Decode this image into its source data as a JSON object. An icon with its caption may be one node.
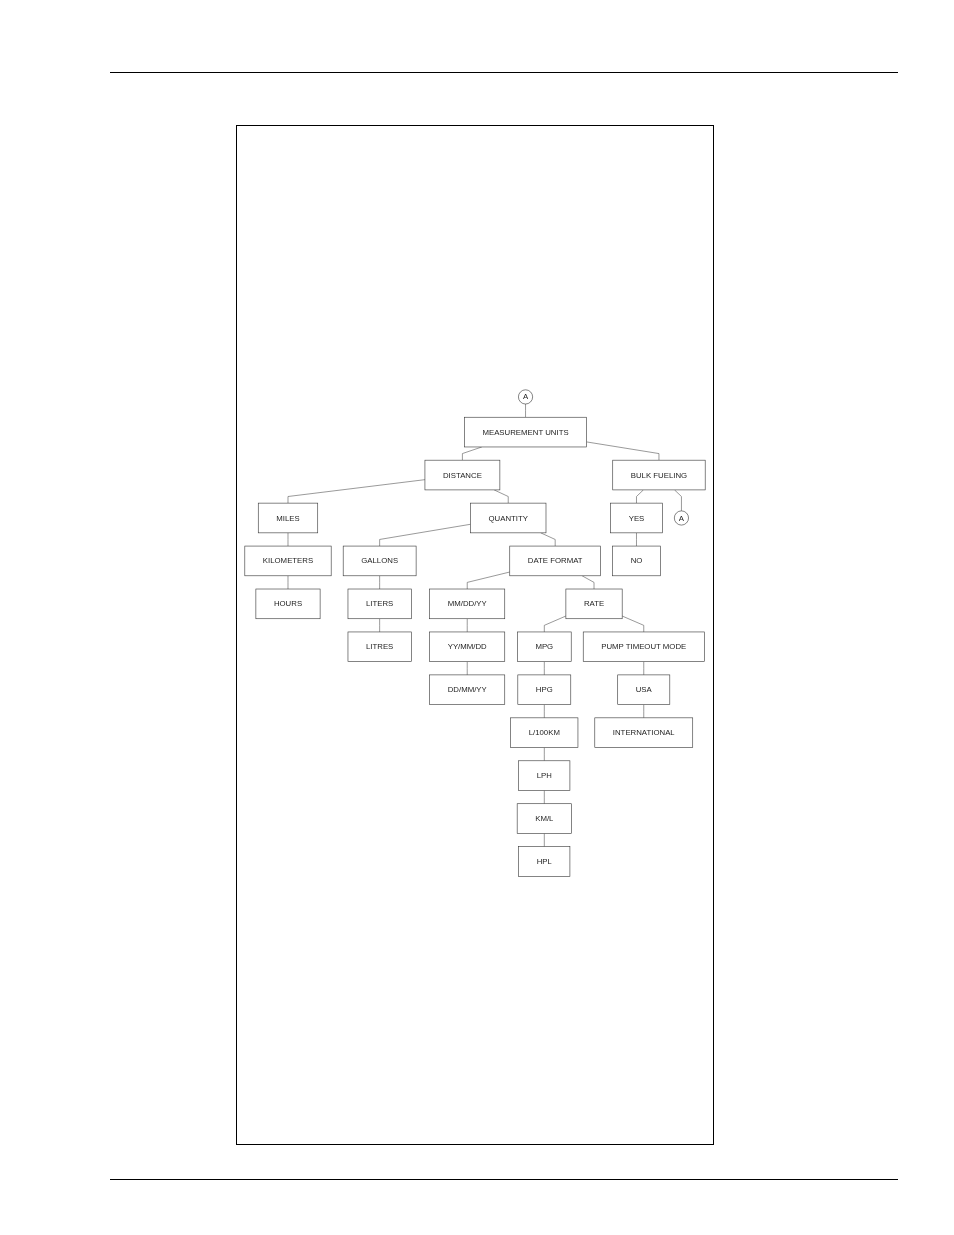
{
  "diagram": {
    "nodes": [
      {
        "text": [
          "A"
        ]
      },
      {
        "text": [
          "MEASUREMENT UNITS"
        ]
      },
      {
        "text": [
          "DISTANCE"
        ]
      },
      {
        "text": [
          "MILES"
        ]
      },
      {
        "text": [
          "KILOMETERS"
        ]
      },
      {
        "text": [
          "HOURS"
        ]
      },
      {
        "text": [
          "QUANTITY"
        ]
      },
      {
        "text": [
          "GALLONS"
        ]
      },
      {
        "text": [
          "LITERS"
        ]
      },
      {
        "text": [
          "LITRES"
        ]
      },
      {
        "text": [
          "DATE FORMAT"
        ]
      },
      {
        "text": [
          "MM/DD/YY"
        ]
      },
      {
        "text": [
          "YY/MM/DD"
        ]
      },
      {
        "text": [
          "DD/MM/YY"
        ]
      },
      {
        "text": [
          "RATE"
        ]
      },
      {
        "text": [
          "MPG"
        ]
      },
      {
        "text": [
          "HPG"
        ]
      },
      {
        "text": [
          "L/100KM"
        ]
      },
      {
        "text": [
          "LPH"
        ]
      },
      {
        "text": [
          "KM/L"
        ]
      },
      {
        "text": [
          "HPL"
        ]
      },
      {
        "text": [
          "PUMP TIMEOUT MODE"
        ]
      },
      {
        "text": [
          "USA"
        ]
      },
      {
        "text": [
          "INTERNATIONAL"
        ]
      },
      {
        "text": [
          "BULK FUELING"
        ]
      },
      {
        "text": [
          "YES"
        ]
      },
      {
        "text": [
          "NO"
        ]
      },
      {
        "text": [
          "A"
        ]
      }
    ],
    "edges": [
      {
        "from": 0,
        "to": 1,
        "arrow": "none"
      },
      {
        "from": 1,
        "to": 2,
        "arrow": "none"
      },
      {
        "from": 2,
        "to": 3,
        "arrow": "none"
      },
      {
        "from": 3,
        "to": 4,
        "arrow": "none"
      },
      {
        "from": 4,
        "to": 5,
        "arrow": "none"
      },
      {
        "from": 2,
        "to": 6,
        "arrow": "none"
      },
      {
        "from": 6,
        "to": 7,
        "arrow": "none"
      },
      {
        "from": 7,
        "to": 8,
        "arrow": "none"
      },
      {
        "from": 8,
        "to": 9,
        "arrow": "none"
      },
      {
        "from": 6,
        "to": 10,
        "arrow": "none"
      },
      {
        "from": 10,
        "to": 11,
        "arrow": "none"
      },
      {
        "from": 11,
        "to": 12,
        "arrow": "none"
      },
      {
        "from": 12,
        "to": 13,
        "arrow": "none"
      },
      {
        "from": 10,
        "to": 14,
        "arrow": "none"
      },
      {
        "from": 14,
        "to": 15,
        "arrow": "none"
      },
      {
        "from": 15,
        "to": 16,
        "arrow": "none"
      },
      {
        "from": 16,
        "to": 17,
        "arrow": "none"
      },
      {
        "from": 17,
        "to": 18,
        "arrow": "none"
      },
      {
        "from": 18,
        "to": 19,
        "arrow": "none"
      },
      {
        "from": 19,
        "to": 20,
        "arrow": "none"
      },
      {
        "from": 14,
        "to": 21,
        "arrow": "none"
      },
      {
        "from": 21,
        "to": 22,
        "arrow": "none"
      },
      {
        "from": 22,
        "to": 23,
        "arrow": "none"
      },
      {
        "from": 1,
        "to": 24,
        "arrow": "none"
      },
      {
        "from": 24,
        "to": 25,
        "arrow": "none"
      },
      {
        "from": 25,
        "to": 26,
        "arrow": "none"
      },
      {
        "from": 24,
        "to": 27,
        "arrow": "none"
      }
    ]
  }
}
